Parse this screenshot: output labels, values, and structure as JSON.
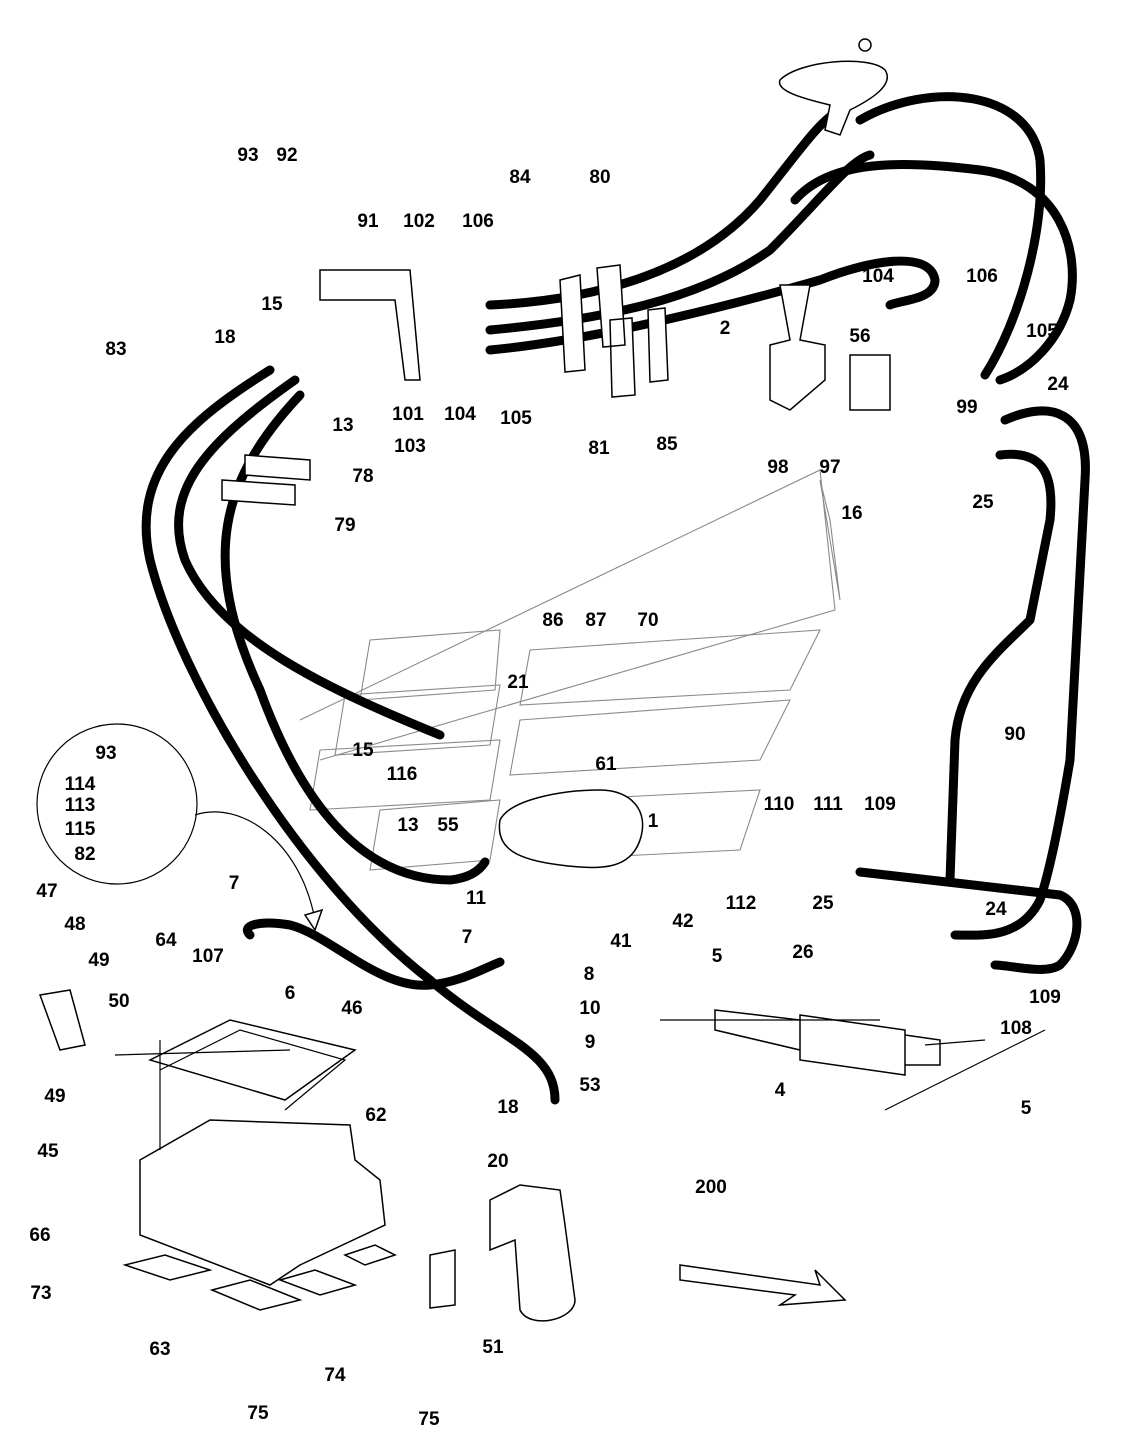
{
  "diagram": {
    "labels": [
      "93",
      "92",
      "91",
      "102",
      "106",
      "84",
      "80",
      "15",
      "18",
      "83",
      "13",
      "101",
      "103",
      "104",
      "105",
      "81",
      "85",
      "2",
      "104",
      "56",
      "106",
      "105",
      "98",
      "97",
      "99",
      "24",
      "16",
      "25",
      "78",
      "79",
      "86",
      "87",
      "70",
      "21",
      "15",
      "116",
      "61",
      "93",
      "114",
      "113",
      "115",
      "82",
      "13",
      "55",
      "1",
      "110",
      "111",
      "109",
      "112",
      "90",
      "25",
      "24",
      "11",
      "41",
      "42",
      "7",
      "47",
      "48",
      "49",
      "50",
      "49",
      "64",
      "107",
      "6",
      "46",
      "7",
      "8",
      "10",
      "9",
      "5",
      "26",
      "109",
      "108",
      "4",
      "5",
      "62",
      "18",
      "53",
      "20",
      "200",
      "45",
      "66",
      "73",
      "51",
      "63",
      "74",
      "75",
      "75"
    ]
  }
}
